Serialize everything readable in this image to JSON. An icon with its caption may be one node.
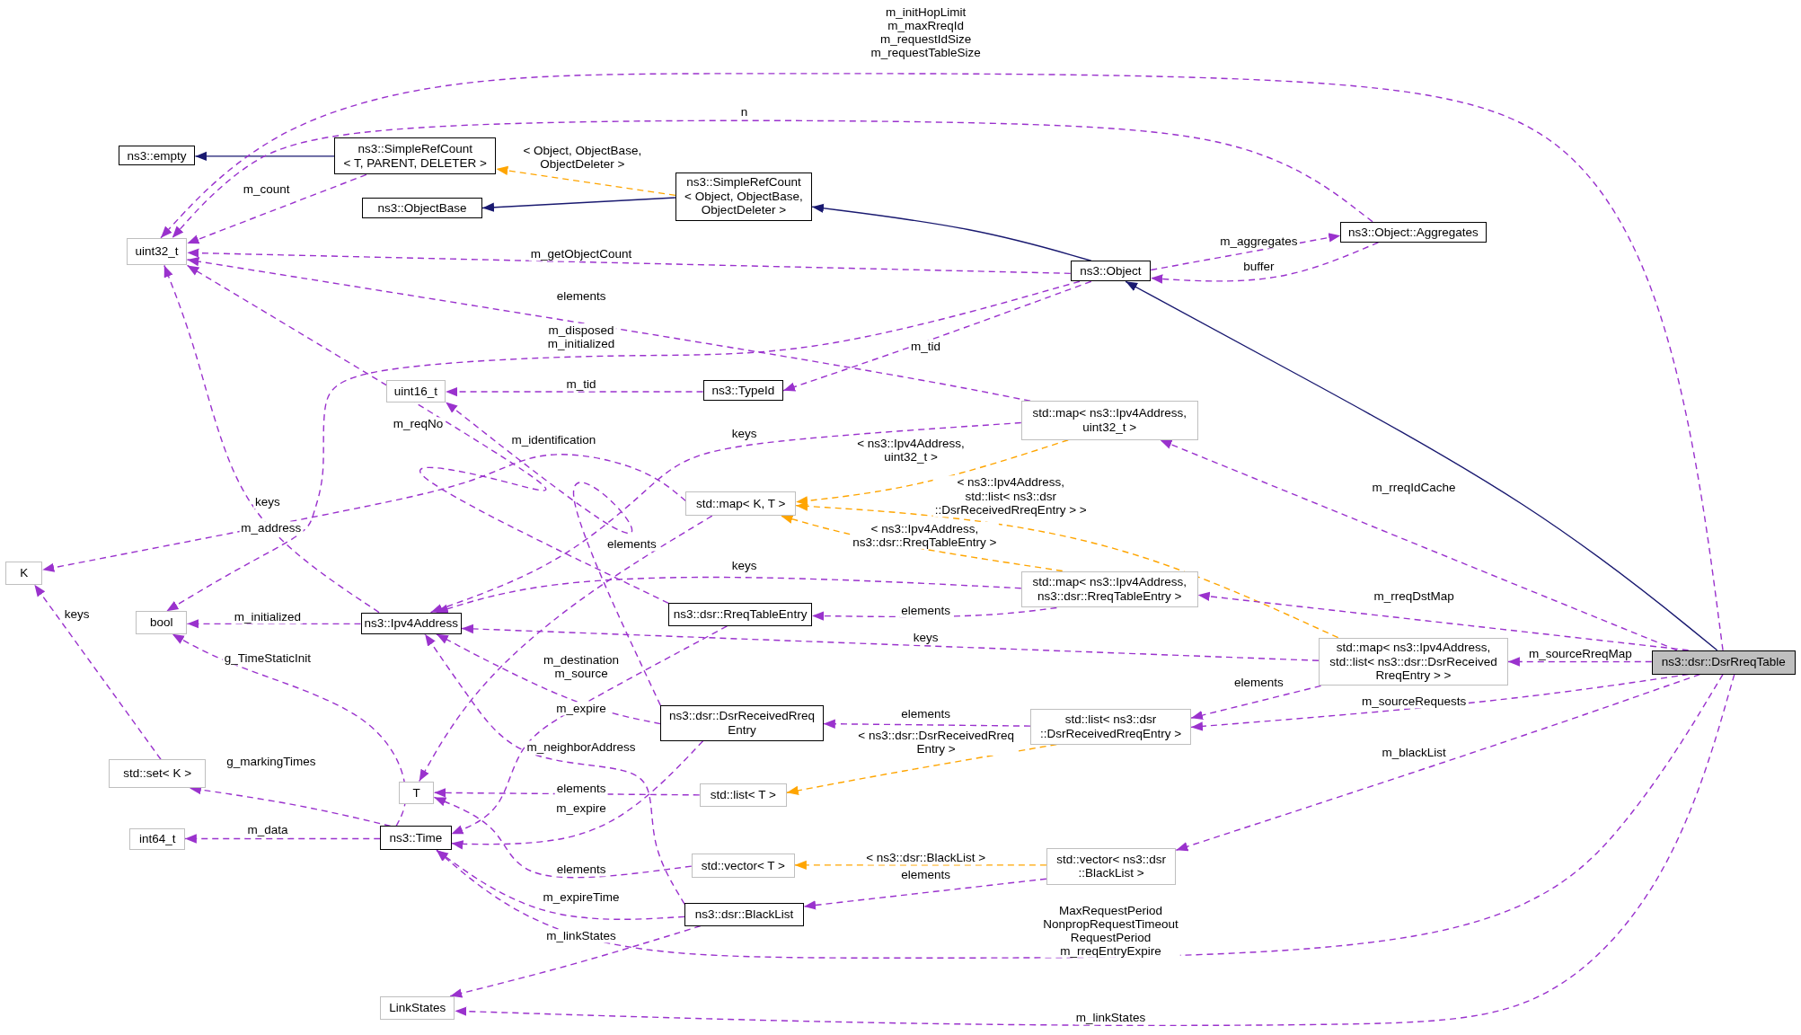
{
  "diagram": {
    "nodes": [
      {
        "text": [
          "ns3::empty"
        ]
      },
      {
        "text": [
          "ns3::SimpleRefCount < T, PARENT, DELETER >"
        ]
      },
      {
        "text": [
          "ns3::SimpleRefCount < Object, ObjectBase, ObjectDeleter >"
        ]
      },
      {
        "text": [
          "ns3::ObjectBase"
        ]
      },
      {
        "text": [
          "ns3::Object::Aggregates"
        ]
      },
      {
        "text": [
          "uint32_t"
        ]
      },
      {
        "text": [
          "ns3::Object"
        ]
      },
      {
        "text": [
          "uint16_t"
        ]
      },
      {
        "text": [
          "ns3::TypeId"
        ]
      },
      {
        "text": [
          "std::map< ns3::Ipv4Address, uint32_t >"
        ]
      },
      {
        "text": [
          "std::map< K, T >"
        ]
      },
      {
        "text": [
          "K"
        ]
      },
      {
        "text": [
          "std::map< ns3::Ipv4Address, ns3::dsr::RreqTableEntry >"
        ]
      },
      {
        "text": [
          "bool"
        ]
      },
      {
        "text": [
          "ns3::Ipv4Address"
        ]
      },
      {
        "text": [
          "ns3::dsr::RreqTableEntry"
        ]
      },
      {
        "text": [
          "std::map< ns3::Ipv4Address, std::list< ns3::dsr::DsrReceived RreqEntry > >"
        ]
      },
      {
        "text": [
          "ns3::dsr::DsrRreqTable"
        ]
      },
      {
        "text": [
          "ns3::dsr::DsrReceivedRreq Entry"
        ]
      },
      {
        "text": [
          "std::list< ns3::dsr ::DsrReceivedRreqEntry >"
        ]
      },
      {
        "text": [
          "std::set< K >"
        ]
      },
      {
        "text": [
          "T"
        ]
      },
      {
        "text": [
          "std::list< T >"
        ]
      },
      {
        "text": [
          "ns3::Time"
        ]
      },
      {
        "text": [
          "int64_t"
        ]
      },
      {
        "text": [
          "std::vector< T >"
        ]
      },
      {
        "text": [
          "std::vector< ns3::dsr ::BlackList >"
        ]
      },
      {
        "text": [
          "ns3::dsr::BlackList"
        ]
      },
      {
        "text": [
          "LinkStates"
        ]
      }
    ],
    "edges": [
      {
        "from": 1,
        "to": 0,
        "arrow": "to",
        "color": "#191970"
      },
      {
        "from": 2,
        "to": 3,
        "arrow": "to",
        "color": "#191970"
      },
      {
        "from": 6,
        "to": 2,
        "arrow": "to",
        "color": "#191970"
      },
      {
        "from": 17,
        "to": 6,
        "arrow": "to",
        "color": "#191970"
      },
      {
        "from": 2,
        "to": 1,
        "arrow": "to",
        "label": "< Object, ObjectBase, ObjectDeleter >",
        "style": "dashed",
        "color": "#ffa500"
      },
      {
        "from": 9,
        "to": 10,
        "arrow": "to",
        "label": "< ns3::Ipv4Address, uint32_t >",
        "style": "dashed",
        "color": "#ffa500"
      },
      {
        "from": 16,
        "to": 10,
        "arrow": "to",
        "label": "< ns3::Ipv4Address, std::list< ns3::dsr ::DsrReceivedRreqEntry > >",
        "style": "dashed",
        "color": "#ffa500"
      },
      {
        "from": 12,
        "to": 10,
        "arrow": "to",
        "label": "< ns3::Ipv4Address, ns3::dsr::RreqTableEntry >",
        "style": "dashed",
        "color": "#ffa500"
      },
      {
        "from": 19,
        "to": 22,
        "arrow": "to",
        "label": "< ns3::dsr::DsrReceivedRreq Entry >",
        "style": "dashed",
        "color": "#ffa500"
      },
      {
        "from": 26,
        "to": 25,
        "arrow": "to",
        "label": "< ns3::dsr::BlackList >",
        "style": "dashed",
        "color": "#ffa500"
      },
      {
        "from": 17,
        "to": 5,
        "arrow": "to",
        "label": "m_initHopLimit m_maxRreqId m_requestIdSize m_requestTableSize",
        "style": "dashed"
      },
      {
        "from": 4,
        "to": 5,
        "arrow": "to",
        "label": "n",
        "style": "dashed"
      },
      {
        "from": 1,
        "to": 5,
        "arrow": "to",
        "label": "m_count",
        "style": "dashed"
      },
      {
        "from": 6,
        "to": 5,
        "arrow": "to",
        "label": "m_getObjectCount",
        "style": "dashed"
      },
      {
        "from": 6,
        "to": 4,
        "arrow": "to",
        "label": "m_aggregates",
        "style": "dashed"
      },
      {
        "from": 4,
        "to": 6,
        "arrow": "to",
        "label": "buffer",
        "style": "dashed"
      },
      {
        "from": 9,
        "to": 5,
        "arrow": "to",
        "label": "elements",
        "style": "dashed"
      },
      {
        "from": 6,
        "to": 13,
        "arrow": "to",
        "label": "m_disposed m_initialized",
        "style": "dashed"
      },
      {
        "from": 6,
        "to": 8,
        "arrow": "to",
        "label": "m_tid",
        "style": "dashed"
      },
      {
        "from": 8,
        "to": 7,
        "arrow": "to",
        "label": "m_tid",
        "style": "dashed"
      },
      {
        "from": 15,
        "to": 5,
        "arrow": "to",
        "label": "m_reqNo",
        "style": "dashed"
      },
      {
        "from": 18,
        "to": 7,
        "arrow": "to",
        "label": "m_identification",
        "style": "dashed"
      },
      {
        "from": 10,
        "to": 11,
        "arrow": "to",
        "label": "keys",
        "style": "dashed"
      },
      {
        "from": 10,
        "to": 21,
        "arrow": "to",
        "label": "elements",
        "style": "dashed"
      },
      {
        "from": 9,
        "to": 14,
        "arrow": "to",
        "label": "keys",
        "style": "dashed"
      },
      {
        "from": 12,
        "to": 14,
        "arrow": "to",
        "label": "keys",
        "style": "dashed"
      },
      {
        "from": 12,
        "to": 15,
        "arrow": "to",
        "label": "elements",
        "style": "dashed"
      },
      {
        "from": 16,
        "to": 14,
        "arrow": "to",
        "label": "keys",
        "style": "dashed"
      },
      {
        "from": 16,
        "to": 19,
        "arrow": "to",
        "label": "elements",
        "style": "dashed"
      },
      {
        "from": 17,
        "to": 9,
        "arrow": "to",
        "label": "m_rreqIdCache",
        "style": "dashed"
      },
      {
        "from": 17,
        "to": 12,
        "arrow": "to",
        "label": "m_rreqDstMap",
        "style": "dashed"
      },
      {
        "from": 17,
        "to": 16,
        "arrow": "to",
        "label": "m_sourceRreqMap",
        "style": "dashed"
      },
      {
        "from": 17,
        "to": 19,
        "arrow": "to",
        "label": "m_sourceRequests",
        "style": "dashed"
      },
      {
        "from": 17,
        "to": 26,
        "arrow": "to",
        "label": "m_blackList",
        "style": "dashed"
      },
      {
        "from": 17,
        "to": 23,
        "arrow": "to",
        "label": "MaxRequestPeriod NonpropRequestTimeout RequestPeriod m_rreqEntryExpire",
        "style": "dashed"
      },
      {
        "from": 17,
        "to": 28,
        "arrow": "to",
        "label": "m_linkStates",
        "style": "dashed"
      },
      {
        "from": 14,
        "to": 5,
        "arrow": "to",
        "label": "m_address",
        "style": "dashed"
      },
      {
        "from": 14,
        "to": 13,
        "arrow": "to",
        "label": "m_initialized",
        "style": "dashed"
      },
      {
        "from": 20,
        "to": 11,
        "arrow": "to",
        "label": "keys",
        "style": "dashed"
      },
      {
        "from": 23,
        "to": 20,
        "arrow": "to",
        "label": "g_markingTimes",
        "style": "dashed"
      },
      {
        "from": 23,
        "to": 13,
        "arrow": "to",
        "label": "g_TimeStaticInit",
        "style": "dashed"
      },
      {
        "from": 23,
        "to": 24,
        "arrow": "to",
        "label": "m_data",
        "style": "dashed"
      },
      {
        "from": 15,
        "to": 23,
        "arrow": "to",
        "label": "m_expire",
        "style": "dashed"
      },
      {
        "from": 18,
        "to": 23,
        "arrow": "to",
        "label": "m_expire",
        "style": "dashed"
      },
      {
        "from": 18,
        "to": 14,
        "arrow": "to",
        "label": "m_destination m_source",
        "style": "dashed"
      },
      {
        "from": 19,
        "to": 18,
        "arrow": "to",
        "label": "elements",
        "style": "dashed"
      },
      {
        "from": 22,
        "to": 21,
        "arrow": "to",
        "label": "elements",
        "style": "dashed"
      },
      {
        "from": 25,
        "to": 21,
        "arrow": "to",
        "label": "elements",
        "style": "dashed"
      },
      {
        "from": 26,
        "to": 27,
        "arrow": "to",
        "label": "elements",
        "style": "dashed"
      },
      {
        "from": 27,
        "to": 23,
        "arrow": "to",
        "label": "m_expireTime",
        "style": "dashed"
      },
      {
        "from": 27,
        "to": 14,
        "arrow": "to",
        "label": "m_neighborAddress",
        "style": "dashed"
      },
      {
        "from": 27,
        "to": 28,
        "arrow": "to",
        "label": "m_linkStates",
        "style": "dashed"
      }
    ]
  }
}
